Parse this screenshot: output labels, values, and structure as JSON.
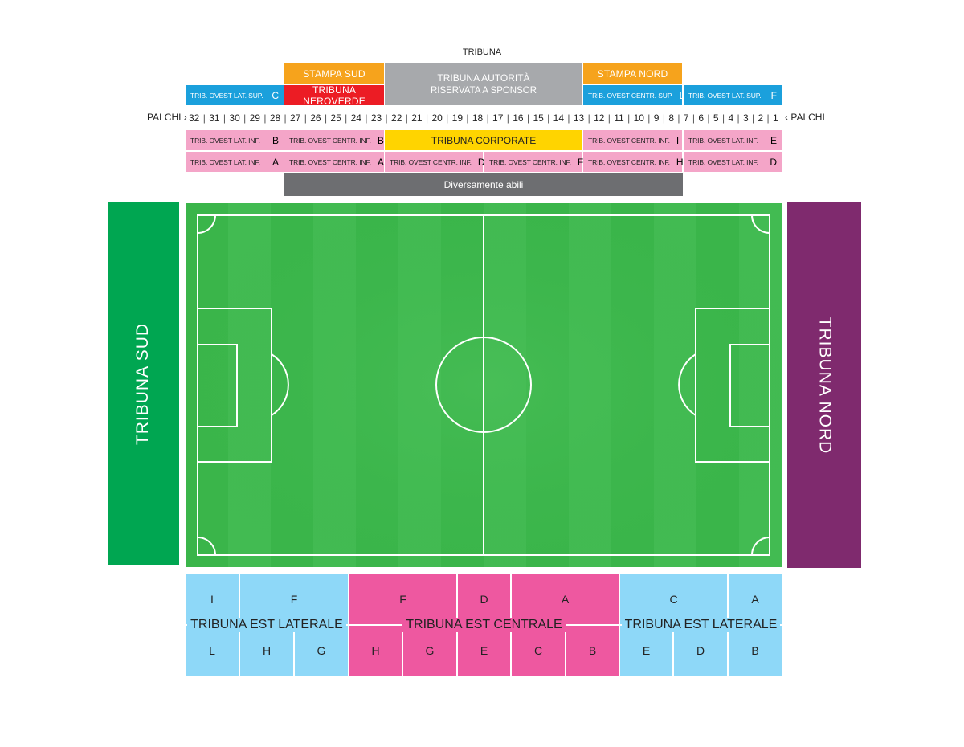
{
  "top_label": "TRIBUNA",
  "stampa_sud": "STAMPA SUD",
  "stampa_nord": "STAMPA NORD",
  "tribuna_autorita": "TRIBUNA AUTORITÀ",
  "riservata": "RISERVATA A SPONSOR",
  "tribuna_neroverde": "TRIBUNA NEROVERDE",
  "sup_row": {
    "c_text": "TRIB. OVEST LAT. SUP.",
    "c_letter": "C",
    "l_text": "TRIB. OVEST CENTR. SUP.",
    "l_letter": "L",
    "f_text": "TRIB. OVEST LAT. SUP.",
    "f_letter": "F"
  },
  "palchi_left": "PALCHI ›",
  "palchi_right": "‹ PALCHI",
  "palchi_numbers": [
    "32",
    "31",
    "30",
    "29",
    "28",
    "27",
    "26",
    "25",
    "24",
    "23",
    "22",
    "21",
    "20",
    "19",
    "18",
    "17",
    "16",
    "15",
    "14",
    "13",
    "12",
    "11",
    "10",
    "9",
    "8",
    "7",
    "6",
    "5",
    "4",
    "3",
    "2",
    "1"
  ],
  "inf_row1": {
    "b1_text": "TRIB. OVEST LAT. INF.",
    "b1_letter": "B",
    "b2_text": "TRIB. OVEST CENTR. INF.",
    "b2_letter": "B",
    "corporate": "TRIBUNA CORPORATE",
    "i_text": "TRIB. OVEST CENTR. INF.",
    "i_letter": "I",
    "e_text": "TRIB. OVEST LAT. INF.",
    "e_letter": "E"
  },
  "inf_row2": {
    "a1_text": "TRIB. OVEST LAT. INF.",
    "a1_letter": "A",
    "a2_text": "TRIB. OVEST CENTR. INF.",
    "a2_letter": "A",
    "d_text": "TRIB. OVEST CENTR. INF.",
    "d_letter": "D",
    "f_text": "TRIB. OVEST CENTR. INF.",
    "f_letter": "F",
    "h_text": "TRIB. OVEST CENTR. INF.",
    "h_letter": "H",
    "d2_text": "TRIB. OVEST LAT. INF.",
    "d2_letter": "D"
  },
  "disabili": "Diversamente abili",
  "tribuna_sud": "TRIBUNA SUD",
  "tribuna_nord": "TRIBUNA NORD",
  "est_left": {
    "label": "TRIBUNA EST LATERALE",
    "top": [
      "I",
      "F"
    ],
    "bottom": [
      "L",
      "H",
      "G"
    ]
  },
  "est_center": {
    "label": "TRIBUNA EST CENTRALE",
    "top": [
      "F",
      "D",
      "A"
    ],
    "bottom": [
      "H",
      "G",
      "E",
      "C",
      "B"
    ]
  },
  "est_right": {
    "label": "TRIBUNA EST LATERALE",
    "top": [
      "C",
      "A"
    ],
    "bottom": [
      "E",
      "D",
      "B"
    ]
  },
  "colors": {
    "orange": "#f6a31c",
    "grey": "#a7a9ac",
    "dark_grey": "#6d6e71",
    "red": "#ec1c24",
    "blue": "#1ba0dc",
    "pink_light": "#f4a5c8",
    "yellow": "#ffd400",
    "green_stand": "#00a651",
    "purple": "#7f2a6e",
    "pitch": "#3ab54a",
    "est_blue": "#8ed8f8",
    "est_pink": "#ee58a0"
  }
}
